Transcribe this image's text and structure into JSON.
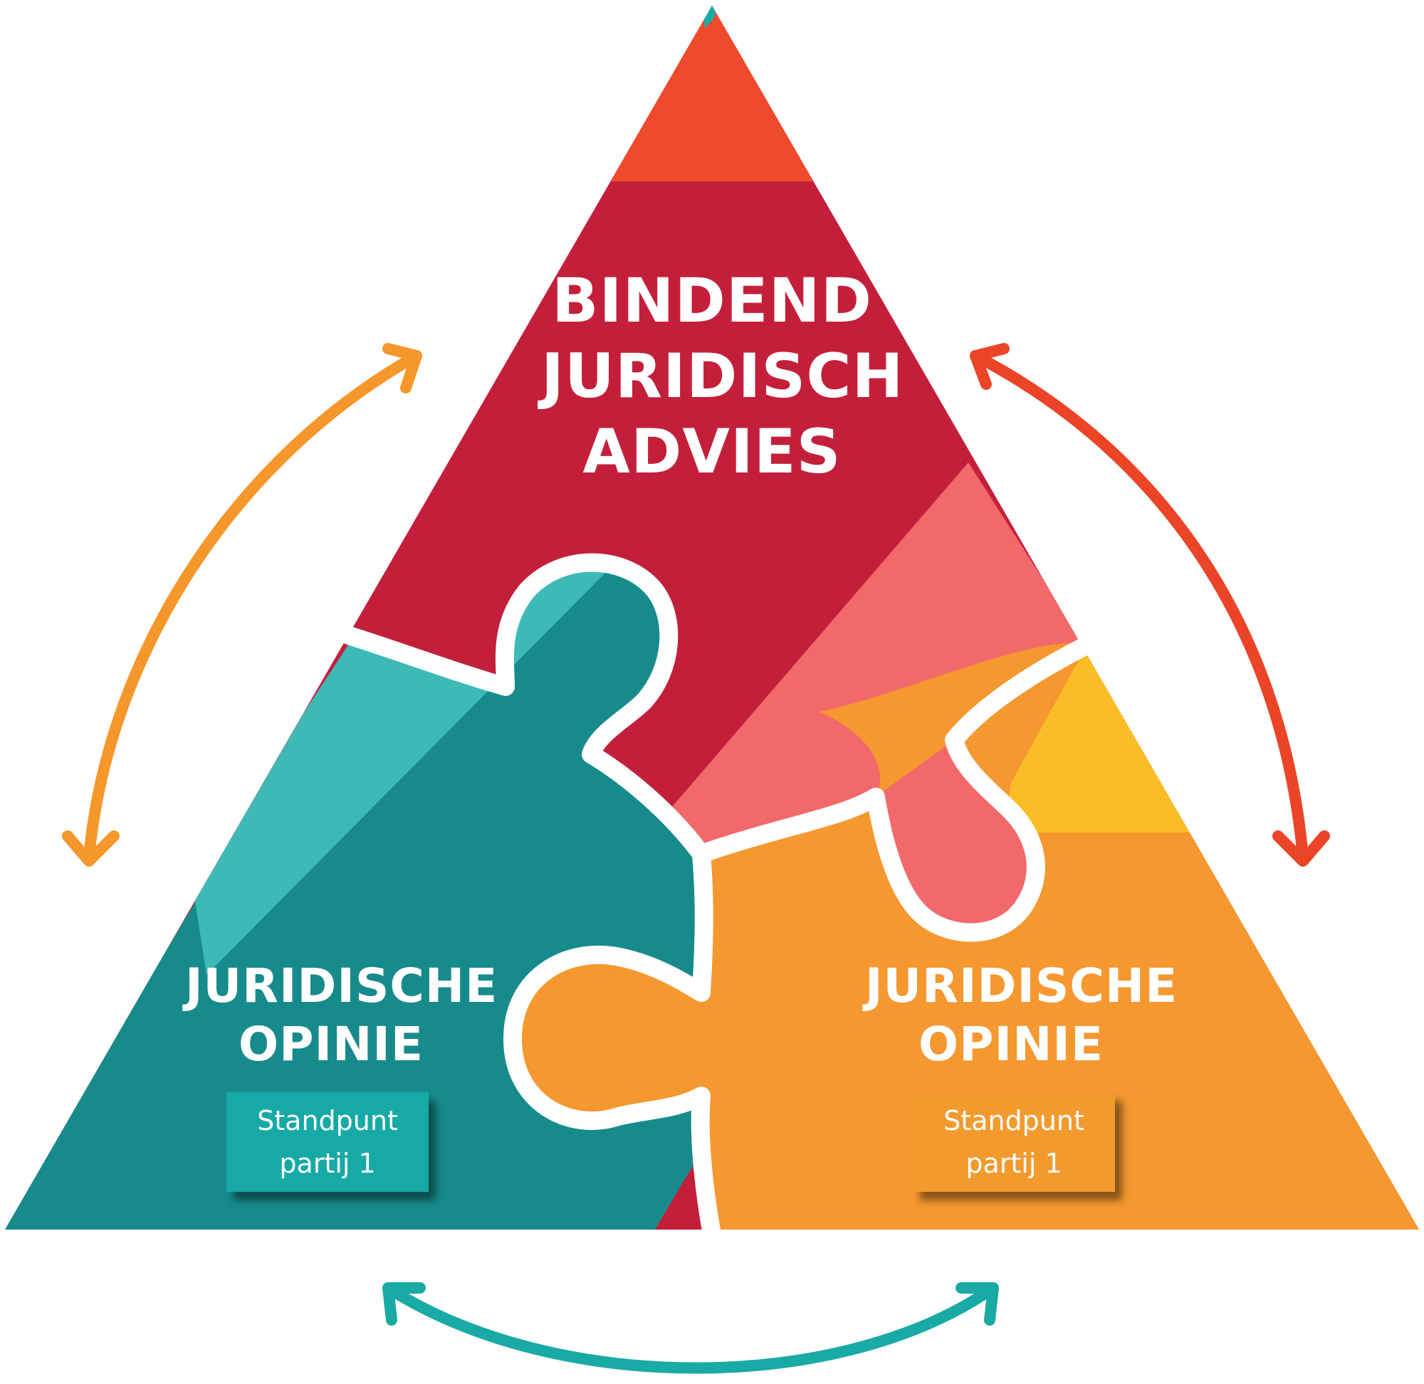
{
  "top_piece": {
    "title_lines": [
      "BINDEND",
      "JURIDISCH",
      "ADVIES"
    ]
  },
  "left_piece": {
    "title_lines": [
      "JURIDISCHE",
      "OPINIE"
    ],
    "box_lines": [
      "Standpunt",
      "partij 1"
    ]
  },
  "right_piece": {
    "title_lines": [
      "JURIDISCHE",
      "OPINIE"
    ],
    "box_lines": [
      "Standpunt",
      "partij 1"
    ]
  },
  "colors": {
    "top_tip": "#ee4a2b",
    "top_main": "#c41f3a",
    "top_tab": "#f2696b",
    "left_main": "#178b8c",
    "left_light": "#40bdb8",
    "right_main": "#f5982f",
    "right_yellow": "#fbbd27",
    "arrow_left": "#f6972b",
    "arrow_right": "#ec4427",
    "arrow_bottom": "#19aaa6",
    "separator": "#ffffff"
  }
}
